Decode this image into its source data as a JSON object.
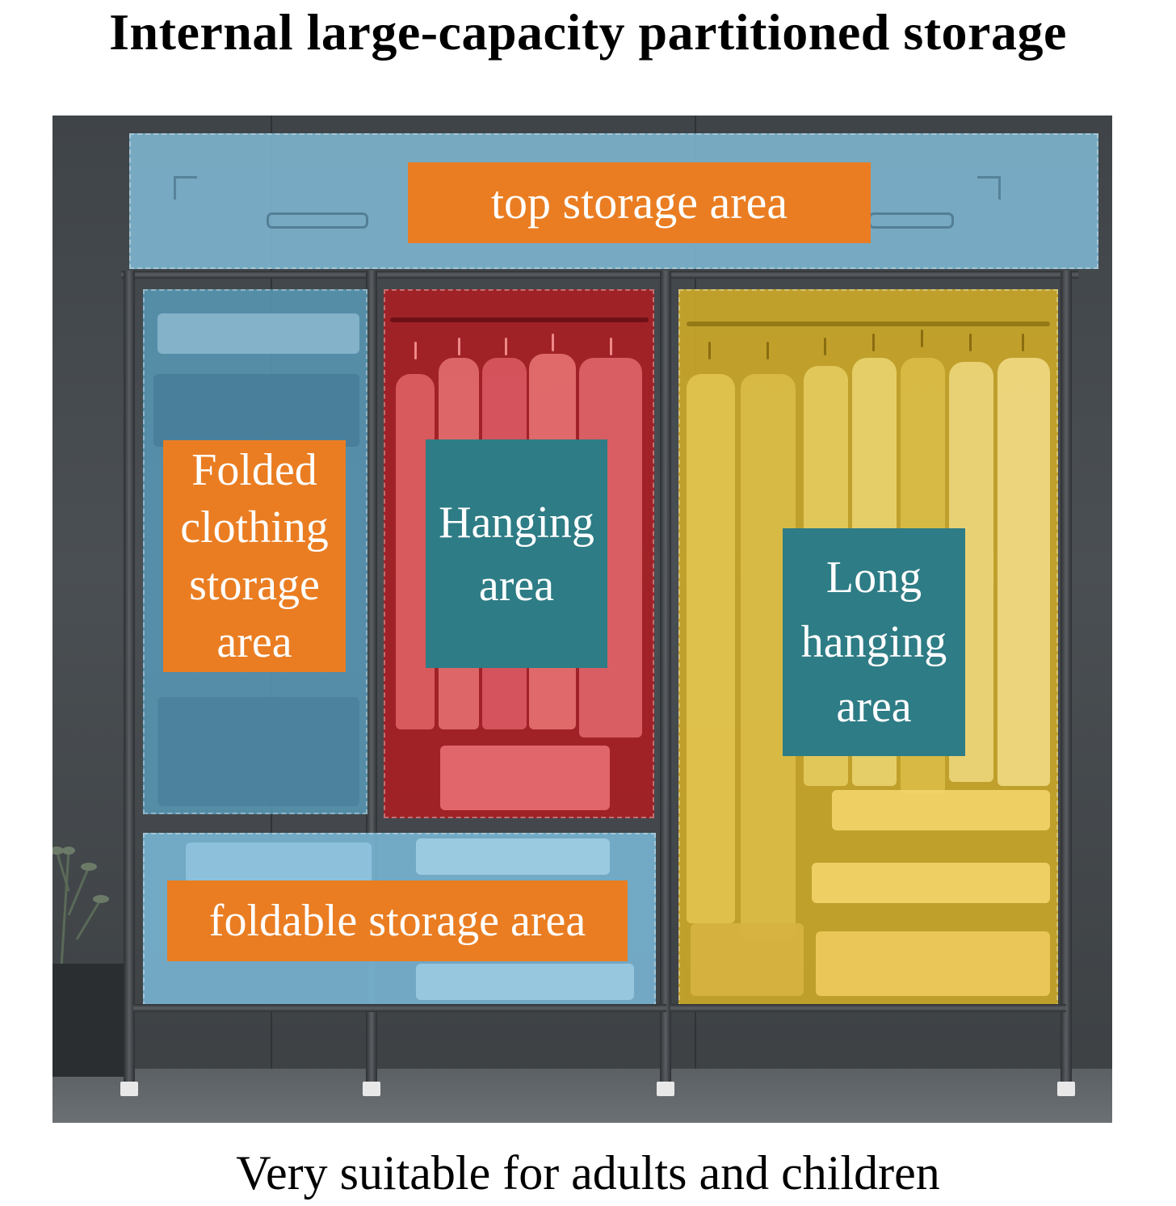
{
  "headline": "Internal large-capacity partitioned storage",
  "labels": {
    "top_storage": "top storage area",
    "folded_clothing": "Folded clothing storage area",
    "hanging": "Hanging area",
    "long_hanging": "Long hanging area",
    "foldable_storage": "foldable storage area"
  },
  "footer": "Very suitable for adults and children",
  "colors": {
    "label_orange": "#ea7d22",
    "label_teal": "#2e7c85",
    "zone_blue": "#7cb2cc",
    "zone_red": "#aa1e23",
    "zone_yellow": "#cdaa28"
  }
}
